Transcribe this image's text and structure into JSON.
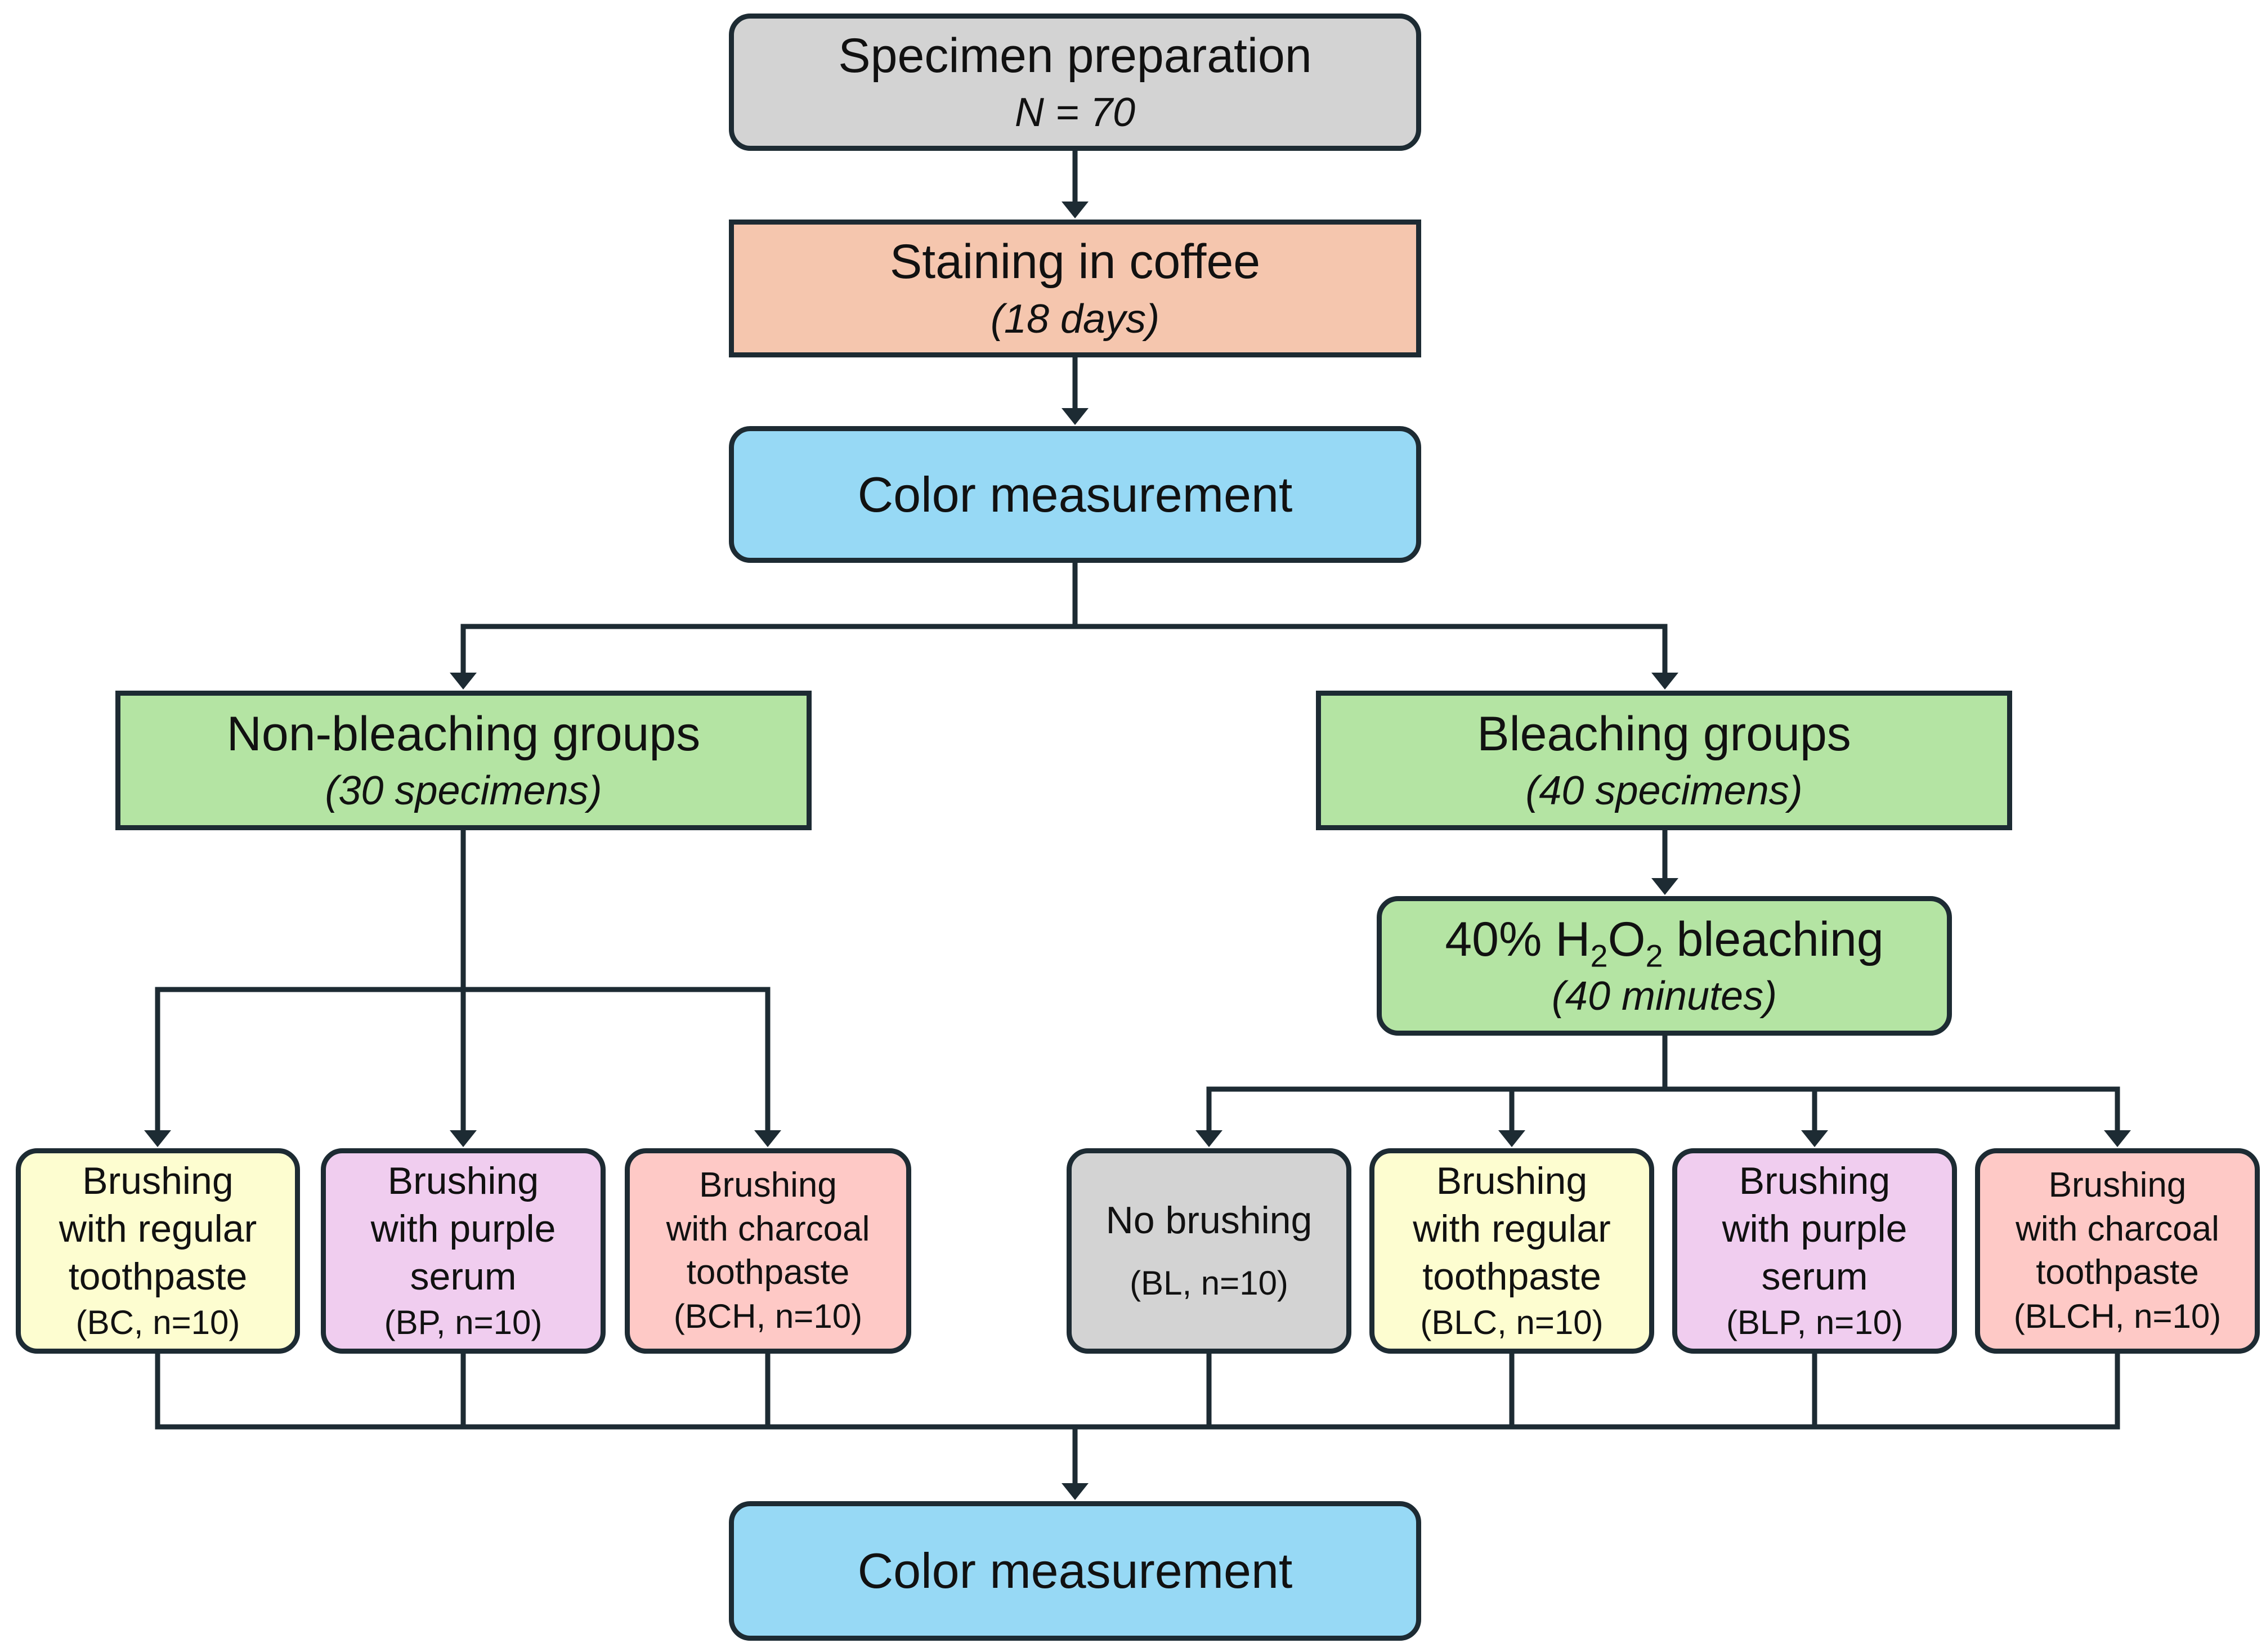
{
  "colors": {
    "gray": "#d3d3d3",
    "salmon": "#f5c6ae",
    "blue": "#97d9f5",
    "green": "#b4e4a3",
    "yellow": "#fdfdd0",
    "purple": "#f0cdef",
    "pink": "#fec9c6",
    "line": "#1d2b33"
  },
  "nodes": {
    "prep": {
      "title": "Specimen preparation",
      "detail": "N = 70"
    },
    "stain": {
      "title": "Staining in coffee",
      "detail": "(18 days)"
    },
    "color1": {
      "title": "Color measurement"
    },
    "nonbleach": {
      "title": "Non-bleaching groups",
      "detail": "(30 specimens)"
    },
    "bleach": {
      "title": "Bleaching groups",
      "detail": "(40 specimens)"
    },
    "h2o2": {
      "prefix": "40% H",
      "sub1": "2",
      "mid": "O",
      "sub2": "2",
      "suffix": " bleaching",
      "detail": "(40 minutes)"
    },
    "bc": {
      "l1": "Brushing",
      "l2": "with regular",
      "l3": "toothpaste",
      "code": "(BC, n=10)"
    },
    "bp": {
      "l1": "Brushing",
      "l2": "with purple",
      "l3": "serum",
      "code": "(BP, n=10)"
    },
    "bch": {
      "l1": "Brushing",
      "l2": "with charcoal",
      "l3": "toothpaste",
      "code": "(BCH, n=10)"
    },
    "bl": {
      "l1": "No brushing",
      "code": "(BL, n=10)"
    },
    "blc": {
      "l1": "Brushing",
      "l2": "with regular",
      "l3": "toothpaste",
      "code": "(BLC, n=10)"
    },
    "blp": {
      "l1": "Brushing",
      "l2": "with purple",
      "l3": "serum",
      "code": "(BLP, n=10)"
    },
    "blch": {
      "l1": "Brushing",
      "l2": "with charcoal",
      "l3": "toothpaste",
      "code": "(BLCH, n=10)"
    },
    "color2": {
      "title": "Color measurement"
    }
  }
}
